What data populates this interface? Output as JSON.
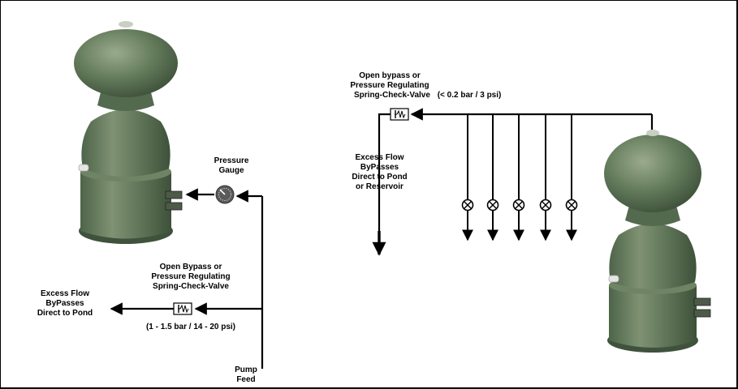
{
  "labels": {
    "pressure_gauge": [
      "Pressure",
      "Gauge"
    ],
    "left_valve": [
      "Open Bypass or",
      "Pressure Regulating",
      "Spring-Check-Valve"
    ],
    "left_valve_rating": "(1 - 1.5 bar / 14 - 20 psi)",
    "left_excess": [
      "Excess Flow",
      "ByPasses",
      "Direct to Pond"
    ],
    "pump_feed": [
      "Pump",
      "Feed"
    ],
    "right_valve": [
      "Open bypass or",
      "Pressure Regulating"
    ],
    "right_valve_line3": "Spring-Check-Valve",
    "right_valve_rating": "(< 0.2 bar / 3 psi)",
    "right_excess": [
      "Excess Flow",
      "ByPasses",
      "Direct to Pond",
      "or Reservoir"
    ]
  },
  "icons": [
    "gauge-icon",
    "spring-check-valve-icon",
    "globe-valve-icon",
    "filter-vessel"
  ],
  "colors": {
    "vessel": "#5f7758",
    "vessel_dark": "#3c4f37",
    "vessel_light": "#8ea07f",
    "line": "#000000",
    "gauge": "#555555"
  }
}
